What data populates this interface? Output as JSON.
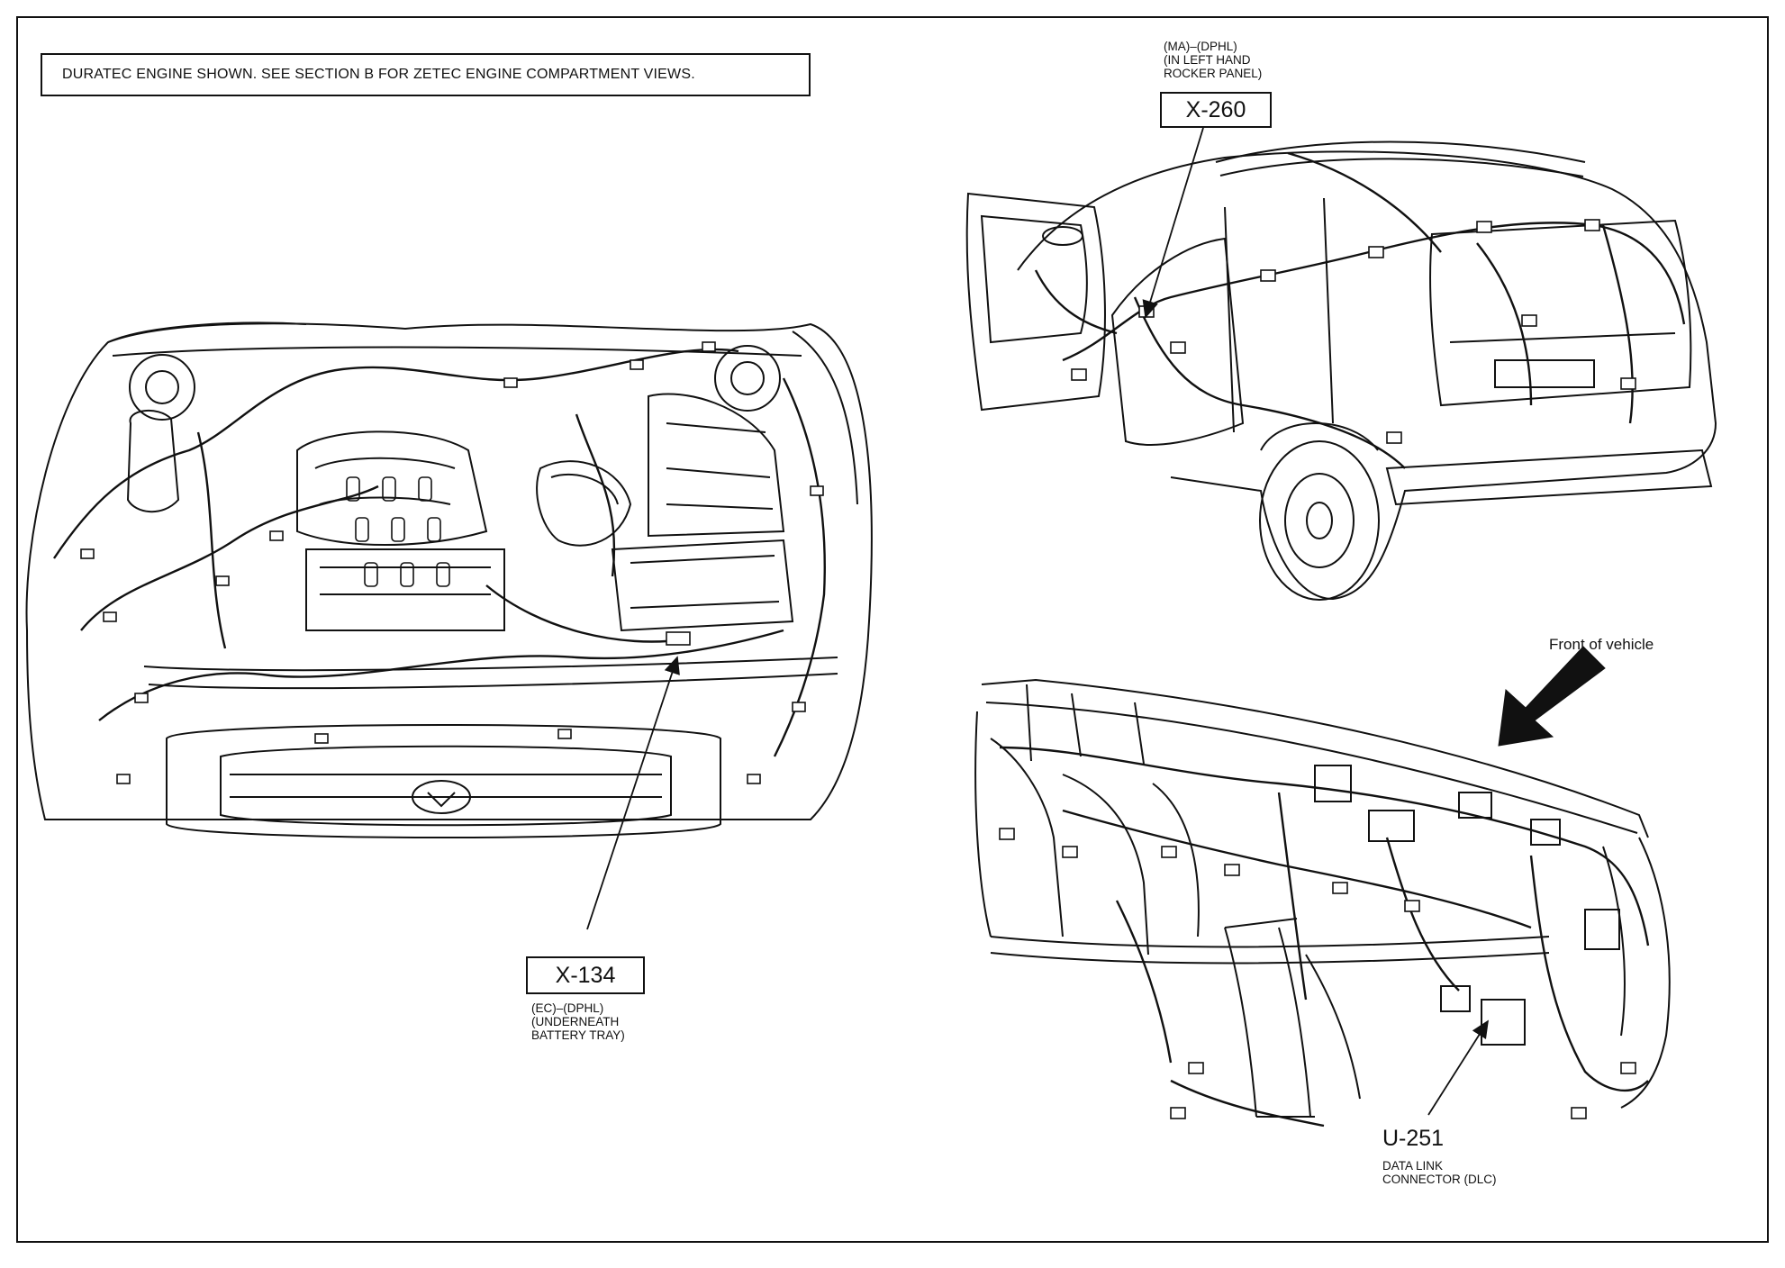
{
  "notice": "DURATEC ENGINE SHOWN. SEE SECTION B FOR ZETEC ENGINE COMPARTMENT VIEWS.",
  "connectors": {
    "x260": {
      "code": "X-260",
      "location": "(MA)–(DPHL)\n(IN LEFT HAND\nROCKER PANEL)"
    },
    "x134": {
      "code": "X-134",
      "location": "(EC)–(DPHL)\n(UNDERNEATH\nBATTERY TRAY)"
    },
    "u251": {
      "code": "U-251",
      "location": "DATA LINK\nCONNECTOR (DLC)"
    }
  },
  "orientation": {
    "label": "Front of vehicle"
  },
  "colors": {
    "ink": "#111111",
    "paper": "#ffffff"
  }
}
